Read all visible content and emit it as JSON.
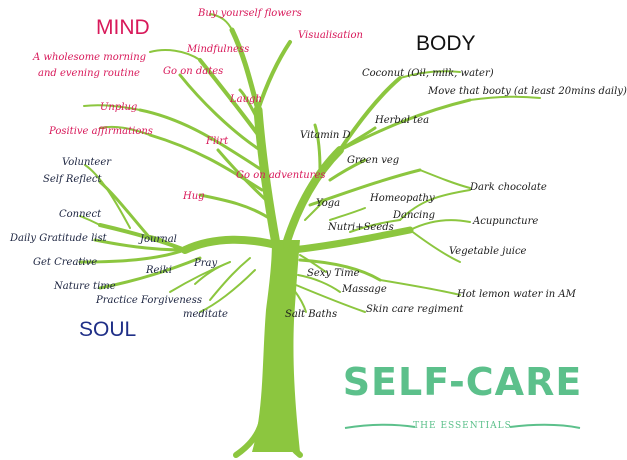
{
  "colors": {
    "tree": "#8cc63f",
    "mind": "#d8195a",
    "soul": "#1f2f87",
    "body": "#111111",
    "brand": "#5cc08b"
  },
  "headings": {
    "mind": "MIND",
    "body": "BODY",
    "soul": "SOUL"
  },
  "mind_items": [
    "Buy yourself flowers",
    "Visualisation",
    "A wholesome morning",
    "and evening routine",
    "Mindfulness",
    "Go on dates",
    "Laugh",
    "Unplug",
    "Positive affirmations",
    "Flirt",
    "Hug",
    "Go on adventures"
  ],
  "body_items": [
    "Coconut (Oil, milk, water)",
    "Move that booty (at least 20mins daily)",
    "Vitamin D",
    "Herbal tea",
    "Green veg",
    "Dark chocolate",
    "Homeopathy",
    "Yoga",
    "Dancing",
    "Acupuncture",
    "Nutri+Seeds",
    "Vegetable juice",
    "Sexy Time",
    "Massage",
    "Hot lemon water in AM",
    "Skin care regiment",
    "Salt Baths"
  ],
  "soul_items": [
    "Volunteer",
    "Self Reflect",
    "Connect",
    "Daily Gratitude list",
    "Journal",
    "Get Creative",
    "Reiki",
    "Pray",
    "Nature time",
    "Practice Forgiveness",
    "meditate"
  ],
  "brand": {
    "title": "SELF-CARE",
    "subtitle": "THE ESSENTIALS"
  }
}
